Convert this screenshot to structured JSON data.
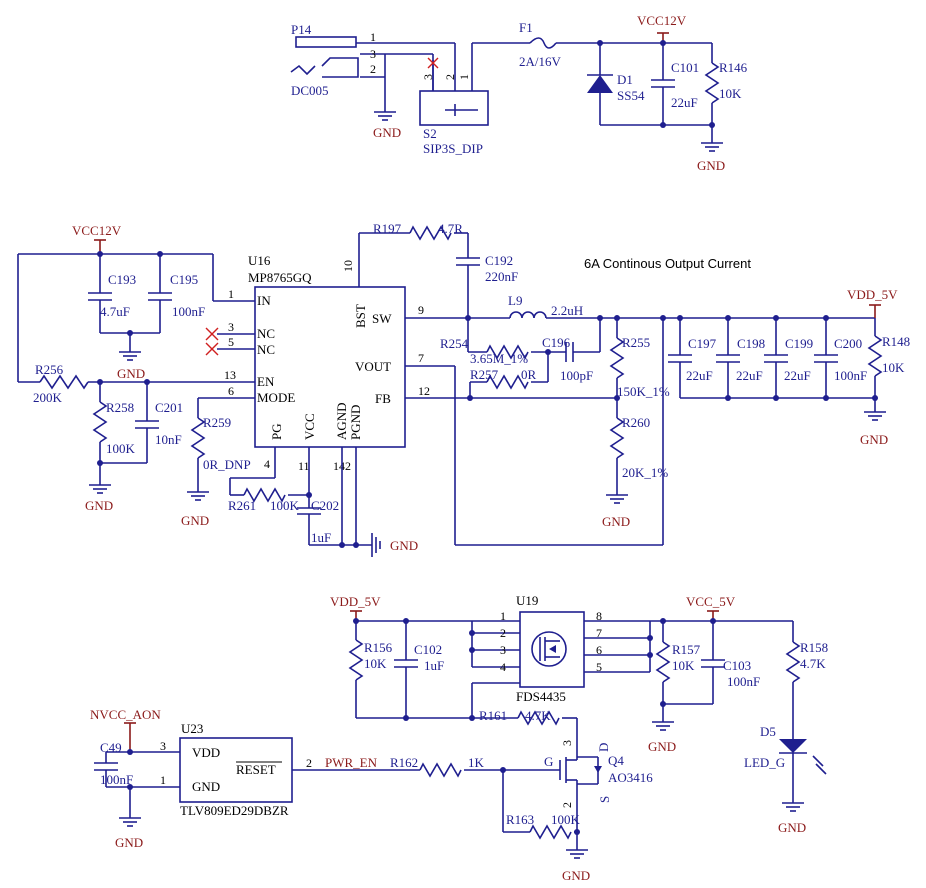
{
  "colors": {
    "wire": "#1f1f8f",
    "power": "#8b1a1a",
    "nc_mark": "#d02020",
    "background": "#ffffff"
  },
  "icons": [
    "ground-symbol",
    "power-port",
    "no-connect-mark",
    "junction-dot",
    "resistor-zigzag",
    "capacitor",
    "inductor",
    "fuse",
    "diode",
    "led",
    "mosfet"
  ],
  "power_input": {
    "p14": "P14",
    "dc005": "DC005",
    "pins": [
      "1",
      "3",
      "2"
    ],
    "s2": "S2",
    "s2_type": "SIP3S_DIP",
    "s2_pins": [
      "3",
      "2",
      "1"
    ],
    "f1": "F1",
    "f1_val": "2A/16V",
    "d1": "D1",
    "d1_val": "SS54",
    "c101": "C101",
    "c101_val": "22uF",
    "r146": "R146",
    "r146_val": "10K",
    "vcc12v": "VCC12V",
    "gnd": "GND"
  },
  "buck": {
    "vcc12v": "VCC12V",
    "u16": "U16",
    "u16_part": "MP8765GQ",
    "note": "6A Continous Output Current",
    "pins_left": [
      "IN",
      "NC",
      "NC",
      "EN",
      "MODE"
    ],
    "pins_left_nums": [
      "1",
      "3",
      "5",
      "13",
      "6"
    ],
    "pins_right": [
      "BST",
      "SW",
      "VOUT",
      "FB"
    ],
    "pins_right_nums": [
      "10",
      "9",
      "7",
      "12"
    ],
    "pins_bottom": [
      "PG",
      "VCC",
      "AGND",
      "PGND"
    ],
    "pins_bottom_nums": [
      "4",
      "11",
      "14",
      "2"
    ],
    "c193": "C193",
    "c193_val": "4.7uF",
    "c195": "C195",
    "c195_val": "100nF",
    "r256": "R256",
    "r256_val": "200K",
    "r258": "R258",
    "r258_val": "100K",
    "c201": "C201",
    "c201_val": "10nF",
    "r259": "R259",
    "r259_val": "0R_DNP",
    "r261": "R261",
    "r261_val": "100K",
    "c202": "C202",
    "c202_val": "1uF",
    "r197": "R197",
    "r197_val": "4.7R",
    "c192": "C192",
    "c192_val": "220nF",
    "l9": "L9",
    "l9_val": "2.2uH",
    "r254": "R254",
    "r254_val": "3.65M_1%",
    "c196": "C196",
    "c196_val": "100pF",
    "r257": "R257",
    "r257_val": "0R",
    "r255": "R255",
    "r255_val": "150K_1%",
    "r260": "R260",
    "r260_val": "20K_1%",
    "c197": "C197",
    "c197_val": "22uF",
    "c198": "C198",
    "c198_val": "22uF",
    "c199": "C199",
    "c199_val": "22uF",
    "c200": "C200",
    "c200_val": "100nF",
    "r148": "R148",
    "r148_val": "10K",
    "vdd5v": "VDD_5V",
    "gnd": "GND"
  },
  "switch": {
    "vdd5v": "VDD_5V",
    "vcc5v": "VCC_5V",
    "u19": "U19",
    "u19_part": "FDS4435",
    "u19_pins_left": [
      "1",
      "2",
      "3",
      "4"
    ],
    "u19_pins_right": [
      "8",
      "7",
      "6",
      "5"
    ],
    "r156": "R156",
    "r156_val": "10K",
    "c102": "C102",
    "c102_val": "1uF",
    "r157": "R157",
    "r157_val": "10K",
    "c103": "C103",
    "c103_val": "100nF",
    "r158": "R158",
    "r158_val": "4.7K",
    "d5": "D5",
    "d5_val": "LED_G",
    "r161": "R161",
    "r161_val": "4.7K",
    "nvcc": "NVCC_AON",
    "c49": "C49",
    "c49_val": "100nF",
    "u23": "U23",
    "u23_part": "TLV809ED29DBZR",
    "u23_pins": [
      "VDD",
      "GND",
      "RESET"
    ],
    "u23_pin_nums": [
      "3",
      "1",
      "2"
    ],
    "net_pwr_en": "PWR_EN",
    "r162": "R162",
    "r162_val": "1K",
    "r163": "R163",
    "r163_val": "100K",
    "q4": "Q4",
    "q4_part": "AO3416",
    "q4_pins": [
      "G",
      "D",
      "S"
    ],
    "q4_pin_nums": [
      "3",
      "2"
    ],
    "gnd": "GND"
  }
}
